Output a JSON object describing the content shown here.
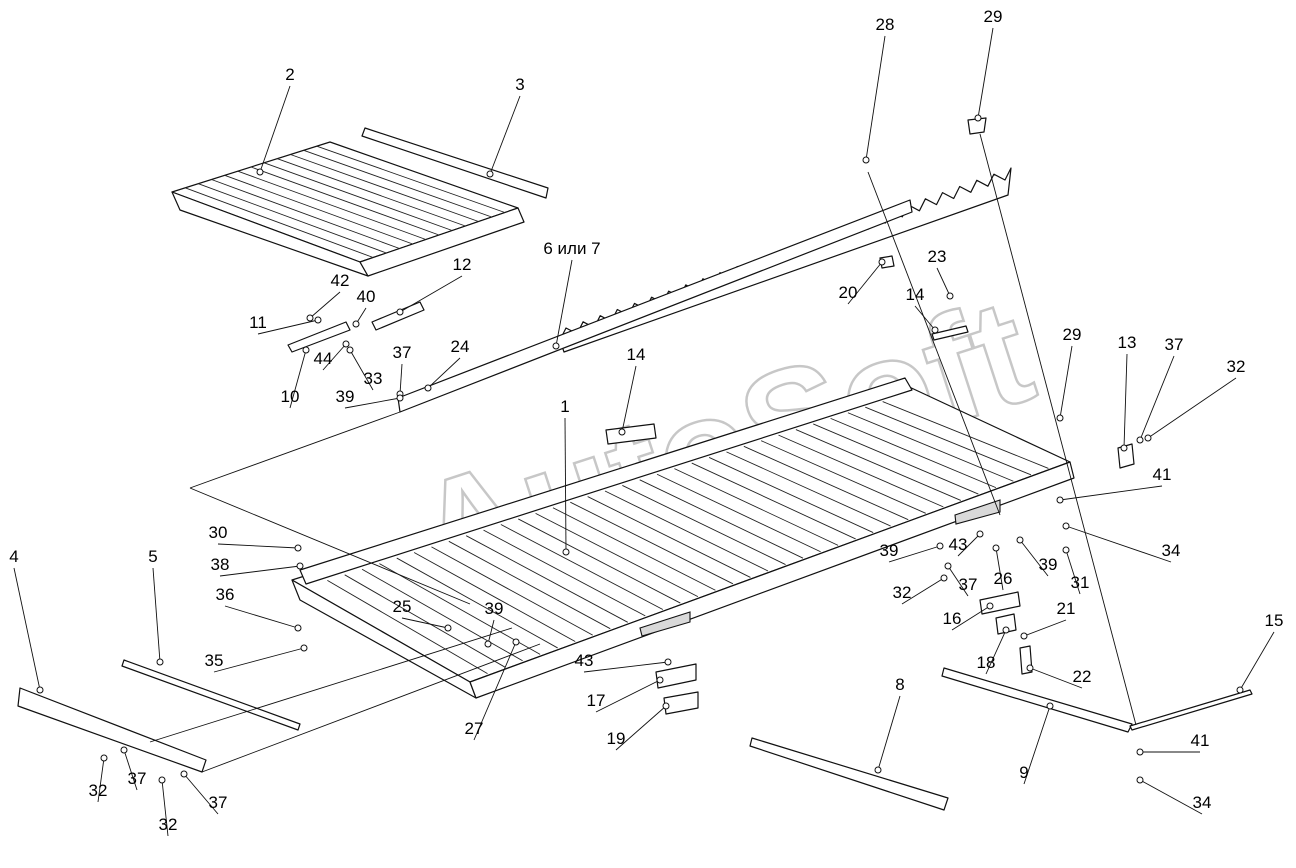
{
  "watermark": "AutoSoft",
  "callouts": [
    {
      "id": "c2",
      "label": "2"
    },
    {
      "id": "c3",
      "label": "3"
    },
    {
      "id": "c6",
      "label": "6 или 7"
    },
    {
      "id": "c28",
      "label": "28"
    },
    {
      "id": "c29a",
      "label": "29"
    },
    {
      "id": "c12",
      "label": "12"
    },
    {
      "id": "c42",
      "label": "42"
    },
    {
      "id": "c40",
      "label": "40"
    },
    {
      "id": "c11",
      "label": "11"
    },
    {
      "id": "c44",
      "label": "44"
    },
    {
      "id": "c33",
      "label": "33"
    },
    {
      "id": "c10",
      "label": "10"
    },
    {
      "id": "c37a",
      "label": "37"
    },
    {
      "id": "c24",
      "label": "24"
    },
    {
      "id": "c39a",
      "label": "39"
    },
    {
      "id": "c20",
      "label": "20"
    },
    {
      "id": "c23",
      "label": "23"
    },
    {
      "id": "c14a",
      "label": "14"
    },
    {
      "id": "c14b",
      "label": "14"
    },
    {
      "id": "c1",
      "label": "1"
    },
    {
      "id": "c29b",
      "label": "29"
    },
    {
      "id": "c13",
      "label": "13"
    },
    {
      "id": "c37b",
      "label": "37"
    },
    {
      "id": "c32a",
      "label": "32"
    },
    {
      "id": "c41a",
      "label": "41"
    },
    {
      "id": "c34a",
      "label": "34"
    },
    {
      "id": "c30",
      "label": "30"
    },
    {
      "id": "c38",
      "label": "38"
    },
    {
      "id": "c36",
      "label": "36"
    },
    {
      "id": "c35",
      "label": "35"
    },
    {
      "id": "c4",
      "label": "4"
    },
    {
      "id": "c5",
      "label": "5"
    },
    {
      "id": "c25",
      "label": "25"
    },
    {
      "id": "c39b",
      "label": "39"
    },
    {
      "id": "c27",
      "label": "27"
    },
    {
      "id": "c43a",
      "label": "43"
    },
    {
      "id": "c17",
      "label": "17"
    },
    {
      "id": "c19",
      "label": "19"
    },
    {
      "id": "c39c",
      "label": "39"
    },
    {
      "id": "c43b",
      "label": "43"
    },
    {
      "id": "c26",
      "label": "26"
    },
    {
      "id": "c39d",
      "label": "39"
    },
    {
      "id": "c31",
      "label": "31"
    },
    {
      "id": "c37c",
      "label": "37"
    },
    {
      "id": "c32b",
      "label": "32"
    },
    {
      "id": "c16",
      "label": "16"
    },
    {
      "id": "c21",
      "label": "21"
    },
    {
      "id": "c18",
      "label": "18"
    },
    {
      "id": "c22",
      "label": "22"
    },
    {
      "id": "c15",
      "label": "15"
    },
    {
      "id": "c8",
      "label": "8"
    },
    {
      "id": "c9",
      "label": "9"
    },
    {
      "id": "c41b",
      "label": "41"
    },
    {
      "id": "c34b",
      "label": "34"
    },
    {
      "id": "c32c",
      "label": "32"
    },
    {
      "id": "c37d",
      "label": "37"
    },
    {
      "id": "c37e",
      "label": "37"
    },
    {
      "id": "c32d",
      "label": "32"
    }
  ]
}
